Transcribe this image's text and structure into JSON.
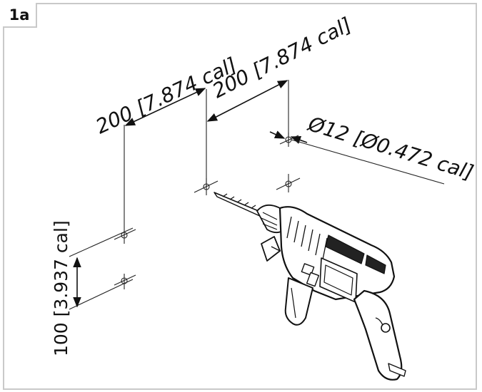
{
  "step_label": "1a",
  "dimensions": {
    "top_left": "200 [7.874 cal]",
    "top_right": "200 [7.874 cal]",
    "diameter": "Ø12 [Ø0.472 cal]",
    "vertical": "100 [3.937 cal]"
  },
  "colors": {
    "line": "#111111",
    "frame": "#c9c9c9",
    "background": "#ffffff"
  },
  "icons": [
    "hammer-drill-illustration"
  ]
}
